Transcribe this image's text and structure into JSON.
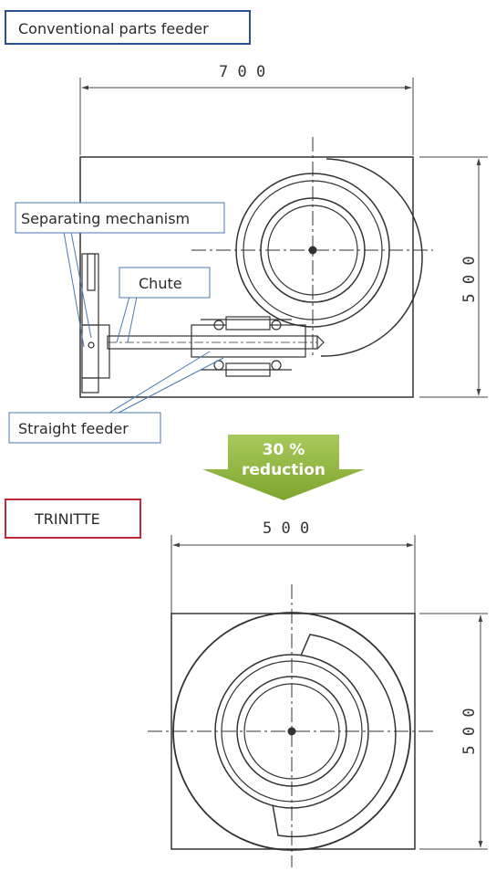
{
  "labels": {
    "conventional": "Conventional parts feeder",
    "trinitte": "TRINITTE",
    "separating": "Separating mechanism",
    "chute": "Chute",
    "straight_feeder": "Straight feeder"
  },
  "reduction": {
    "value": "30 %",
    "word": "reduction"
  },
  "dimensions": {
    "top_width": "7 0 0",
    "top_height": "5 0 0",
    "bottom_width": "5 0 0",
    "bottom_height": "5 0 0"
  },
  "colors": {
    "conventional_border": "#2a4f93",
    "trinitte_border": "#c0283b",
    "callout_border": "#4a7ab5",
    "arrow_green": "#8db33a"
  }
}
